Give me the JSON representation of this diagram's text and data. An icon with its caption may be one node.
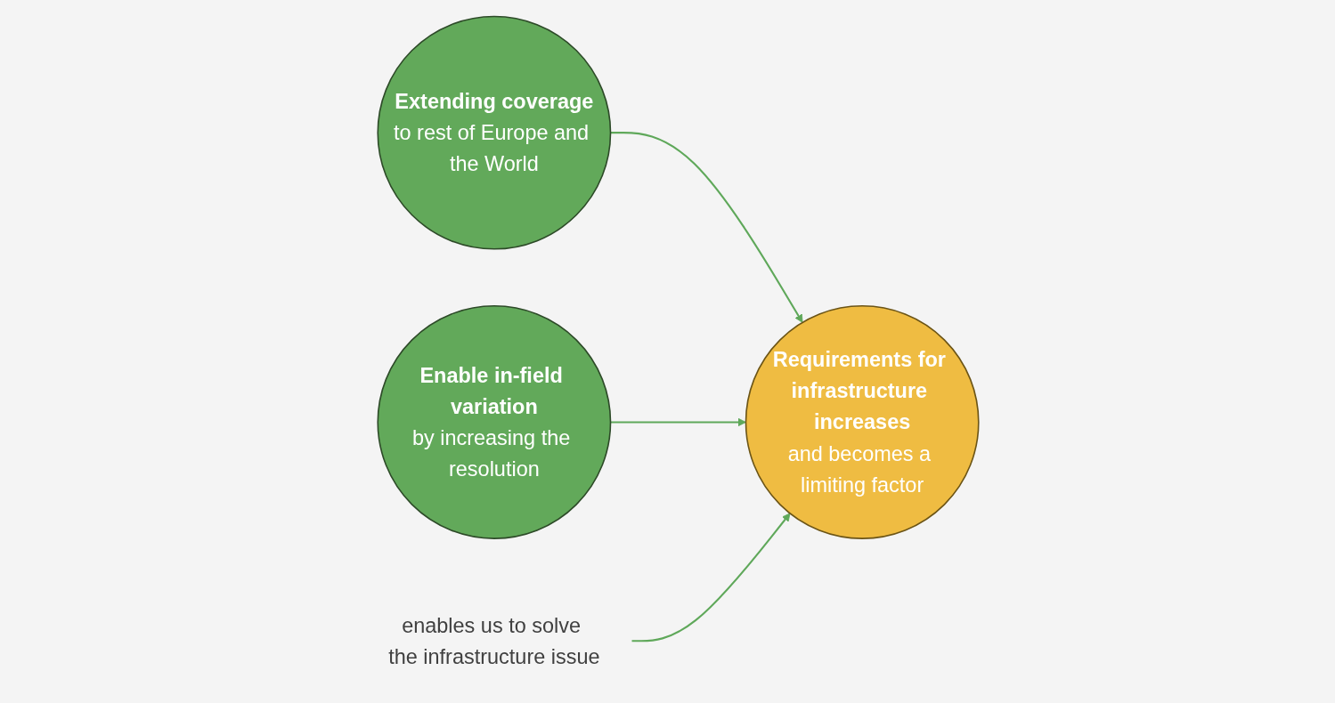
{
  "diagram": {
    "nodes": [
      {
        "text": [
          "Extending coverage",
          "to rest of Europe and the World"
        ]
      },
      {
        "text": [
          "Enable in-field variation",
          "by increasing the resolution"
        ]
      },
      {
        "text": [
          "Requirements for infrastructure increases",
          "and becomes a limiting factor"
        ]
      },
      {
        "text": [
          "enables us to solve the infrastructure issue"
        ]
      }
    ],
    "edges": [
      {
        "from": 0,
        "to": 2,
        "arrow": "to"
      },
      {
        "from": 1,
        "to": 2,
        "arrow": "to"
      },
      {
        "from": 3,
        "to": 2,
        "arrow": "to"
      }
    ]
  }
}
